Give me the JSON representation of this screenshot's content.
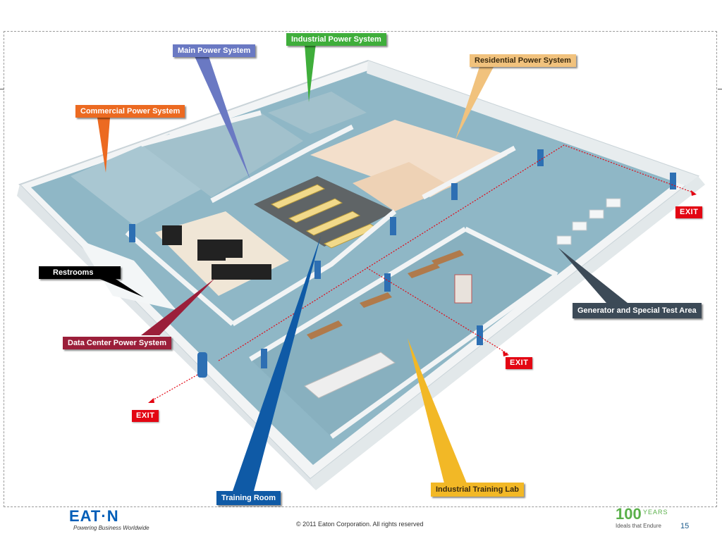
{
  "callouts": {
    "industrial": "Industrial Power System",
    "main": "Main Power System",
    "residential": "Residential Power System",
    "commercial": "Commercial Power System",
    "restrooms": "Restrooms",
    "datacenter": "Data Center Power System",
    "generator": "Generator and Special Test Area",
    "training_room": "Training Room",
    "training_lab": "Industrial Training Lab"
  },
  "exits": {
    "right": "EXIT",
    "middle": "EXIT",
    "left": "EXIT"
  },
  "colors": {
    "industrial": "#3fae3b",
    "main": "#6a79c3",
    "residential": "#f1c27d",
    "commercial": "#ec6a21",
    "restrooms": "#000000",
    "datacenter": "#9b1f3a",
    "generator": "#3c4a57",
    "training_room": "#0f5aa6",
    "training_lab": "#f2b826",
    "exit": "#e30613",
    "floor": "#8fb7c6"
  },
  "footer": {
    "brand": "EAT·N",
    "tagline": "Powering Business Worldwide",
    "copyright": "© 2011 Eaton Corporation. All rights reserved",
    "years_number": "100",
    "years_word": "YEARS",
    "years_tagline": "Ideals that Endure",
    "page": "15"
  }
}
